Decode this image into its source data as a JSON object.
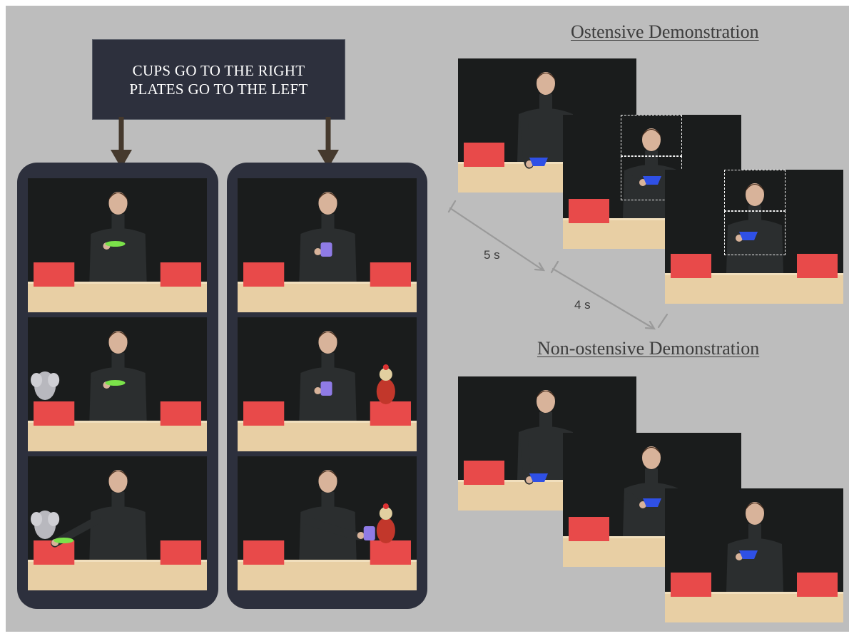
{
  "rule_box": {
    "line1": "CUPS GO TO THE RIGHT",
    "line2": "PLATES GO TO THE LEFT"
  },
  "colors": {
    "background": "#bdbdbd",
    "panel": "#2d303d",
    "arrow": "#45392d",
    "red_box": "#e84a4a",
    "table": "#e8cfa4",
    "backdrop": "#1a1c1c",
    "sweater": "#2b2e2f",
    "plate_green": "#7be24a",
    "cup_purple": "#8f7be6",
    "plate_blue": "#2f50e6"
  },
  "left_panels": [
    {
      "name": "plates-panel",
      "frames": [
        {
          "object": "plate",
          "object_color": "#7be24a",
          "puppet": "none",
          "action": "hold"
        },
        {
          "object": "plate",
          "object_color": "#7be24a",
          "puppet": "elephant",
          "action": "hold"
        },
        {
          "object": "plate",
          "object_color": "#7be24a",
          "puppet": "elephant",
          "action": "place-left"
        }
      ]
    },
    {
      "name": "cups-panel",
      "frames": [
        {
          "object": "cup",
          "object_color": "#8f7be6",
          "puppet": "none",
          "action": "hold"
        },
        {
          "object": "cup",
          "object_color": "#8f7be6",
          "puppet": "chicken",
          "action": "hold"
        },
        {
          "object": "cup",
          "object_color": "#8f7be6",
          "puppet": "chicken",
          "action": "place-right"
        }
      ]
    }
  ],
  "ostensive": {
    "title": "Ostensive Demonstration",
    "times": [
      "5 s",
      "4 s"
    ]
  },
  "non_ostensive": {
    "title": "Non-ostensive Demonstration"
  }
}
